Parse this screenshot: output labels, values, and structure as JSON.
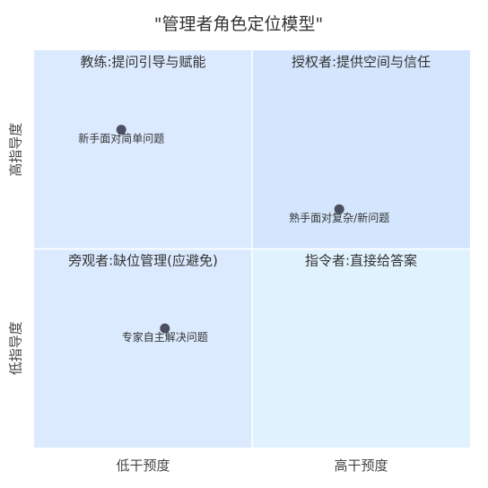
{
  "chart_data": {
    "type": "scatter",
    "title": "\"管理者角色定位模型\"",
    "xlabel": "",
    "ylabel": "",
    "xlim": [
      0,
      1
    ],
    "ylim": [
      0,
      1
    ],
    "x_categories": [
      "低干预度",
      "高干预度"
    ],
    "y_categories": [
      "低指导度",
      "高指导度"
    ],
    "quadrants": [
      {
        "label": "教练:提问引导与赋能",
        "position": "top-left",
        "color": "#dbeafe"
      },
      {
        "label": "授权者:提供空间与信任",
        "position": "top-right",
        "color": "#d4e6fd"
      },
      {
        "label": "旁观者:缺位管理(应避免)",
        "position": "bottom-left",
        "color": "#dbeafe"
      },
      {
        "label": "指令者:直接给答案",
        "position": "bottom-right",
        "color": "#e0f2fe"
      }
    ],
    "points": [
      {
        "label": "新手面对简单问题",
        "x": 0.2,
        "y": 0.8
      },
      {
        "label": "熟手面对复杂/新问题",
        "x": 0.7,
        "y": 0.6
      },
      {
        "label": "专家自主解决问题",
        "x": 0.3,
        "y": 0.3
      }
    ],
    "point_color": "#4a5060",
    "grid": false
  }
}
